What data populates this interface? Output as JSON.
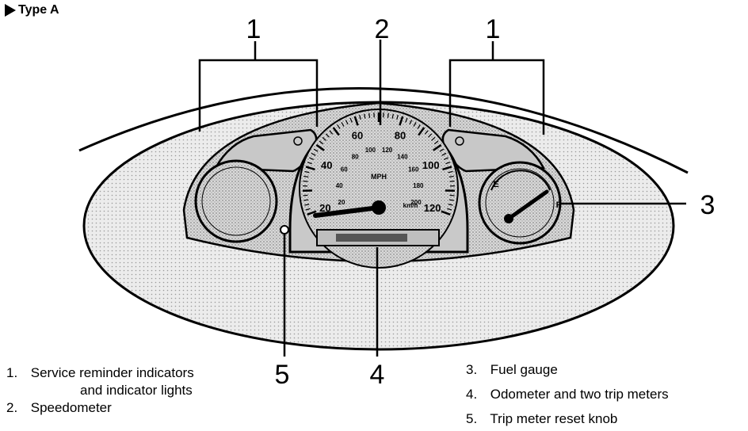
{
  "section_title": "Type A",
  "callouts": [
    "1",
    "2",
    "1",
    "3",
    "4",
    "5"
  ],
  "speedometer": {
    "ticks_mph": [
      "20",
      "40",
      "60",
      "80",
      "100",
      "120"
    ],
    "ticks_kmh": [
      "20",
      "40",
      "60",
      "80",
      "100",
      "120",
      "140",
      "160",
      "180",
      "200"
    ],
    "unit_mph": "MPH",
    "unit_kmh": "km/h"
  },
  "fuel_gauge": {
    "empty_mark": "E",
    "full_mark": "F"
  },
  "legend_left": [
    {
      "number": "1.",
      "text": "Service reminder indicators",
      "continuation": "and indicator lights"
    },
    {
      "number": "2.",
      "text": "Speedometer"
    }
  ],
  "legend_right": [
    {
      "number": "3.",
      "text": "Fuel gauge"
    },
    {
      "number": "4.",
      "text": "Odometer and two trip meters"
    },
    {
      "number": "5.",
      "text": "Trip meter reset knob"
    }
  ],
  "icons": [
    "triangle-bullet-icon",
    "instrument-cluster-illustration"
  ],
  "colors": {
    "ink": "#000000",
    "panel_gray": "#b8b8b8",
    "dial_gray": "#d6d6d6",
    "background": "#ffffff"
  }
}
